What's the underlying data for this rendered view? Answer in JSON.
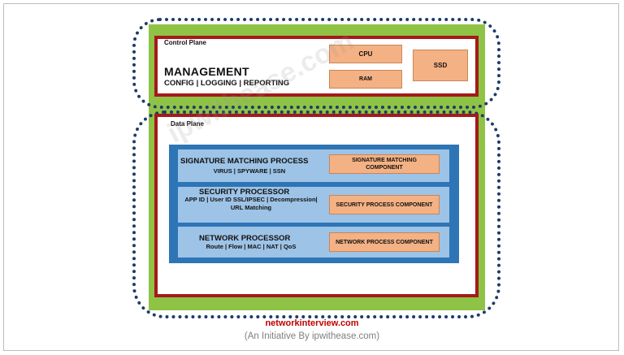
{
  "control_plane": {
    "label": "Control Plane",
    "title": "MANAGEMENT",
    "subtitle": "CONFIG | LOGGING | REPORTING",
    "components": {
      "cpu": "CPU",
      "ram": "RAM",
      "ssd": "SSD"
    }
  },
  "data_plane": {
    "label": "Data Plane",
    "rows": [
      {
        "title": "SIGNATURE MATCHING PROCESS",
        "subtitle": "VIRUS | SPYWARE | SSN",
        "component": "SIGNATURE MATCHING COMPONENT"
      },
      {
        "title": "SECURITY PROCESSOR",
        "subtitle": "APP ID | User ID SSL/IPSEC | Decompression| URL Matching",
        "component": "SECURITY PROCESS COMPONENT"
      },
      {
        "title": "NETWORK PROCESSOR",
        "subtitle": "Route | Flow | MAC | NAT | QoS",
        "component": "NETWORK PROCESS COMPONENT"
      }
    ]
  },
  "watermark": "ipwithease.com",
  "footer": {
    "site": "networkinterview.com",
    "tagline": "(An Initiative By ipwithease.com)"
  },
  "colors": {
    "outer_fill": "#8fc346",
    "box_border": "#a41a1a",
    "dotted_outline": "#1f3a68",
    "processor_block": "#2e75b6",
    "processor_row": "#9dc3e6",
    "component_fill": "#f4b183"
  }
}
